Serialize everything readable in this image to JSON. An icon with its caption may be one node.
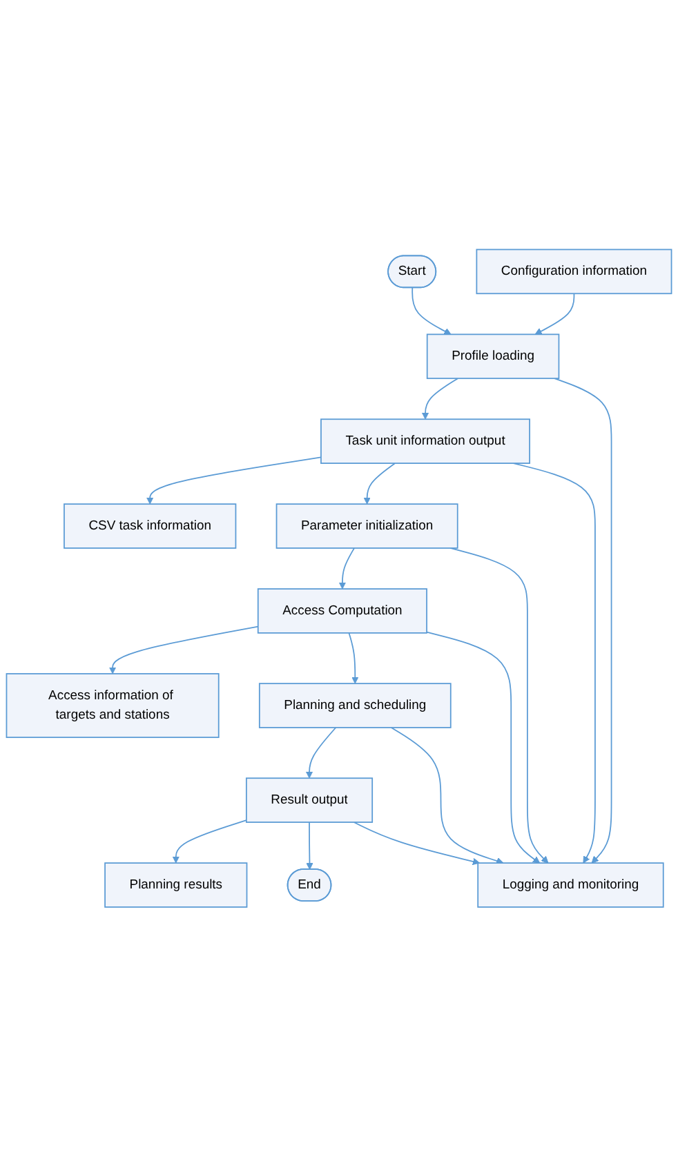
{
  "diagram": {
    "nodes": [
      {
        "text": [
          "Start"
        ]
      },
      {
        "text": [
          "Configuration information"
        ]
      },
      {
        "text": [
          "Profile loading"
        ]
      },
      {
        "text": [
          "CSV task information"
        ]
      },
      {
        "text": [
          "Task unit information output"
        ]
      },
      {
        "text": [
          "Parameter initialization"
        ]
      },
      {
        "text": [
          "Access information of targets and stations"
        ]
      },
      {
        "text": [
          "Access Computation"
        ]
      },
      {
        "text": [
          "Logging and monitoring"
        ]
      },
      {
        "text": [
          "Planning and scheduling"
        ]
      },
      {
        "text": [
          "Planning results"
        ]
      },
      {
        "text": [
          "Result output"
        ]
      },
      {
        "text": [
          "End"
        ]
      }
    ],
    "edges": [
      {
        "from": 0,
        "to": 2,
        "arrow": "to"
      },
      {
        "from": 1,
        "to": 2,
        "arrow": "to"
      },
      {
        "from": 2,
        "to": 4,
        "arrow": "to"
      },
      {
        "from": 4,
        "to": 3,
        "arrow": "to"
      },
      {
        "from": 4,
        "to": 5,
        "arrow": "to"
      },
      {
        "from": 5,
        "to": 7,
        "arrow": "to"
      },
      {
        "from": 7,
        "to": 6,
        "arrow": "to"
      },
      {
        "from": 7,
        "to": 9,
        "arrow": "to"
      },
      {
        "from": 9,
        "to": 11,
        "arrow": "to"
      },
      {
        "from": 11,
        "to": 10,
        "arrow": "to"
      },
      {
        "from": 11,
        "to": 12,
        "arrow": "to"
      },
      {
        "from": 2,
        "to": 8,
        "arrow": "to"
      },
      {
        "from": 4,
        "to": 8,
        "arrow": "to"
      },
      {
        "from": 5,
        "to": 8,
        "arrow": "to"
      },
      {
        "from": 7,
        "to": 8,
        "arrow": "to"
      },
      {
        "from": 9,
        "to": 8,
        "arrow": "to"
      },
      {
        "from": 11,
        "to": 8,
        "arrow": "to"
      }
    ]
  }
}
